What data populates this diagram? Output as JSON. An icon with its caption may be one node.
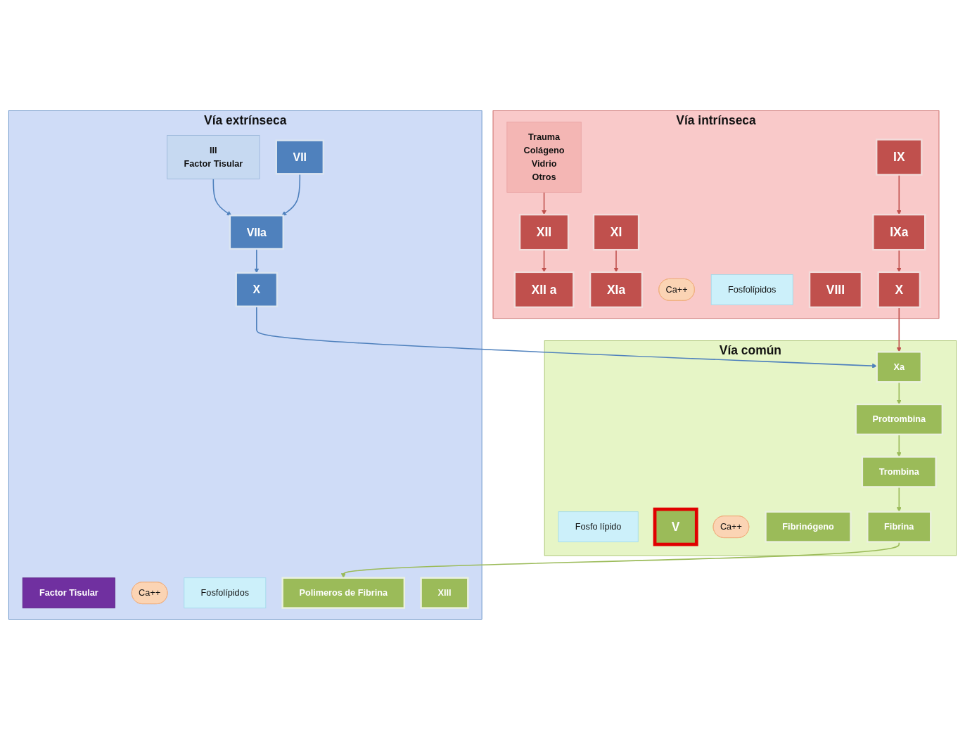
{
  "diagram": {
    "nodes": [
      {
        "text": [
          "Vía intrínseca"
        ]
      },
      {
        "text": [
          "Trauma",
          "Colágeno",
          "Vidrio",
          "Otros"
        ],
        "in": 0
      },
      {
        "text": [
          "XII"
        ],
        "in": 0
      },
      {
        "text": [
          "XII a"
        ],
        "in": 0
      },
      {
        "text": [
          "XI"
        ],
        "in": 0
      },
      {
        "text": [
          "XIa"
        ],
        "in": 0
      },
      {
        "text": [
          "IX"
        ],
        "in": 0
      },
      {
        "text": [
          "IXa"
        ],
        "in": 0
      },
      {
        "text": [
          "Ca++"
        ],
        "in": 0
      },
      {
        "text": [
          "Fosfolípidos"
        ],
        "in": 0
      },
      {
        "text": [
          "VIII"
        ],
        "in": 0
      },
      {
        "text": [
          "X"
        ],
        "in": 0
      },
      {
        "text": [
          "Vía común"
        ]
      },
      {
        "text": [
          "Xa"
        ],
        "in": 12
      },
      {
        "text": [
          "Fosfo lípido"
        ],
        "in": 12
      },
      {
        "text": [
          "V"
        ],
        "in": 12
      },
      {
        "text": [
          "Ca++"
        ],
        "in": 12
      },
      {
        "text": [
          "Protrombina"
        ],
        "in": 12
      },
      {
        "text": [
          "Trombina"
        ],
        "in": 12
      },
      {
        "text": [
          "Fibrinógeno"
        ],
        "in": 12
      },
      {
        "text": [
          "Fibrina"
        ],
        "in": 12
      },
      {
        "text": [
          "Vía extrínseca"
        ]
      },
      {
        "text": [
          "III",
          "Factor Tisular"
        ],
        "in": 21
      },
      {
        "text": [
          "VIIa"
        ],
        "in": 21
      },
      {
        "text": [
          "VII"
        ],
        "in": 21
      },
      {
        "text": [
          "Factor Tisular"
        ],
        "in": 21
      },
      {
        "text": [
          "Ca++"
        ],
        "in": 21
      },
      {
        "text": [
          "Fosfolípidos"
        ],
        "in": 21
      },
      {
        "text": [
          "X"
        ],
        "in": 21
      },
      {
        "text": [
          "Polimeros de Fibrina"
        ],
        "in": 21
      },
      {
        "text": [
          "XIII"
        ],
        "in": 21
      }
    ],
    "edges": [
      {
        "from": 1,
        "to": 2,
        "arrow": "to",
        "color": "#c0504d"
      },
      {
        "from": 2,
        "to": 3,
        "arrow": "to",
        "color": "#c0504d"
      },
      {
        "from": 4,
        "to": 5,
        "arrow": "to",
        "color": "#c0504d"
      },
      {
        "from": 6,
        "to": 7,
        "arrow": "to",
        "color": "#c0504d"
      },
      {
        "from": 7,
        "to": 11,
        "arrow": "to",
        "color": "#c0504d"
      },
      {
        "from": 11,
        "to": 13,
        "arrow": "to",
        "color": "#c0504d"
      },
      {
        "from": 13,
        "to": 17,
        "arrow": "to",
        "color": "#9bbb59"
      },
      {
        "from": 17,
        "to": 18,
        "arrow": "to",
        "color": "#9bbb59"
      },
      {
        "from": 18,
        "to": 20,
        "arrow": "to",
        "color": "#9bbb59"
      },
      {
        "from": 20,
        "to": 29,
        "arrow": "to",
        "color": "#9bbb59"
      },
      {
        "from": 22,
        "to": 23,
        "arrow": "to",
        "color": "#4f81bd"
      },
      {
        "from": 24,
        "to": 23,
        "arrow": "to",
        "color": "#4f81bd"
      },
      {
        "from": 23,
        "to": 28,
        "arrow": "to",
        "color": "#4f81bd"
      },
      {
        "from": 28,
        "to": 13,
        "arrow": "to",
        "color": "#4f81bd"
      }
    ]
  }
}
